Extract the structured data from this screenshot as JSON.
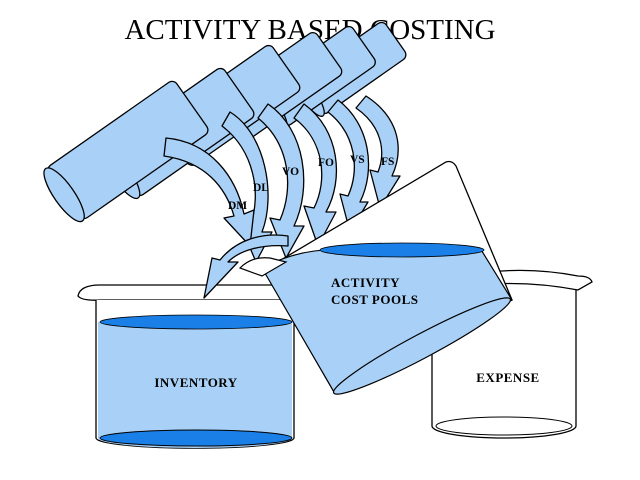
{
  "title": "ACTIVITY BASED COSTING",
  "flows": [
    {
      "label": "DM"
    },
    {
      "label": "DL"
    },
    {
      "label": "VO"
    },
    {
      "label": "FO"
    },
    {
      "label": "VS"
    },
    {
      "label": "FS"
    }
  ],
  "pool": {
    "line1": "ACTIVITY",
    "line2": "COST POOLS"
  },
  "inventory": {
    "label": "INVENTORY"
  },
  "expense": {
    "label": "EXPENSE"
  },
  "colors": {
    "glass_fill": "#a9d1f7",
    "liquid_top": "#1a7fe6",
    "outline": "#000000",
    "background": "#ffffff"
  }
}
